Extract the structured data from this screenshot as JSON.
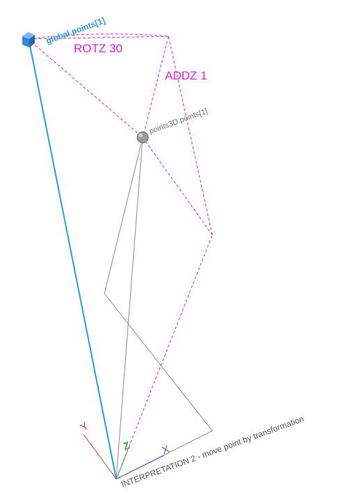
{
  "scene": {
    "colors": {
      "background": "#ffffff",
      "global_line": "#2b9be3",
      "global_point": "#3a86d8",
      "transform_path": "#e020d8",
      "construction_line": "#8c8c8c",
      "point3d": "#9a9a9a",
      "axis_x": "#5656e0",
      "axis_y": "#e03a3a",
      "axis_z": "#33b833"
    },
    "labels": {
      "global_point": "global.points[1]",
      "point3d": "points3D.points[1]",
      "rotation": "ROTZ 30",
      "translation": "ADDZ 1",
      "caption": "INTERPRETATION 2 - move point by transformation"
    },
    "axes": {
      "x": "X",
      "y": "Y",
      "z": "Z"
    },
    "icons": {
      "global_point": "cube-icon",
      "point3d": "sphere-icon"
    }
  }
}
